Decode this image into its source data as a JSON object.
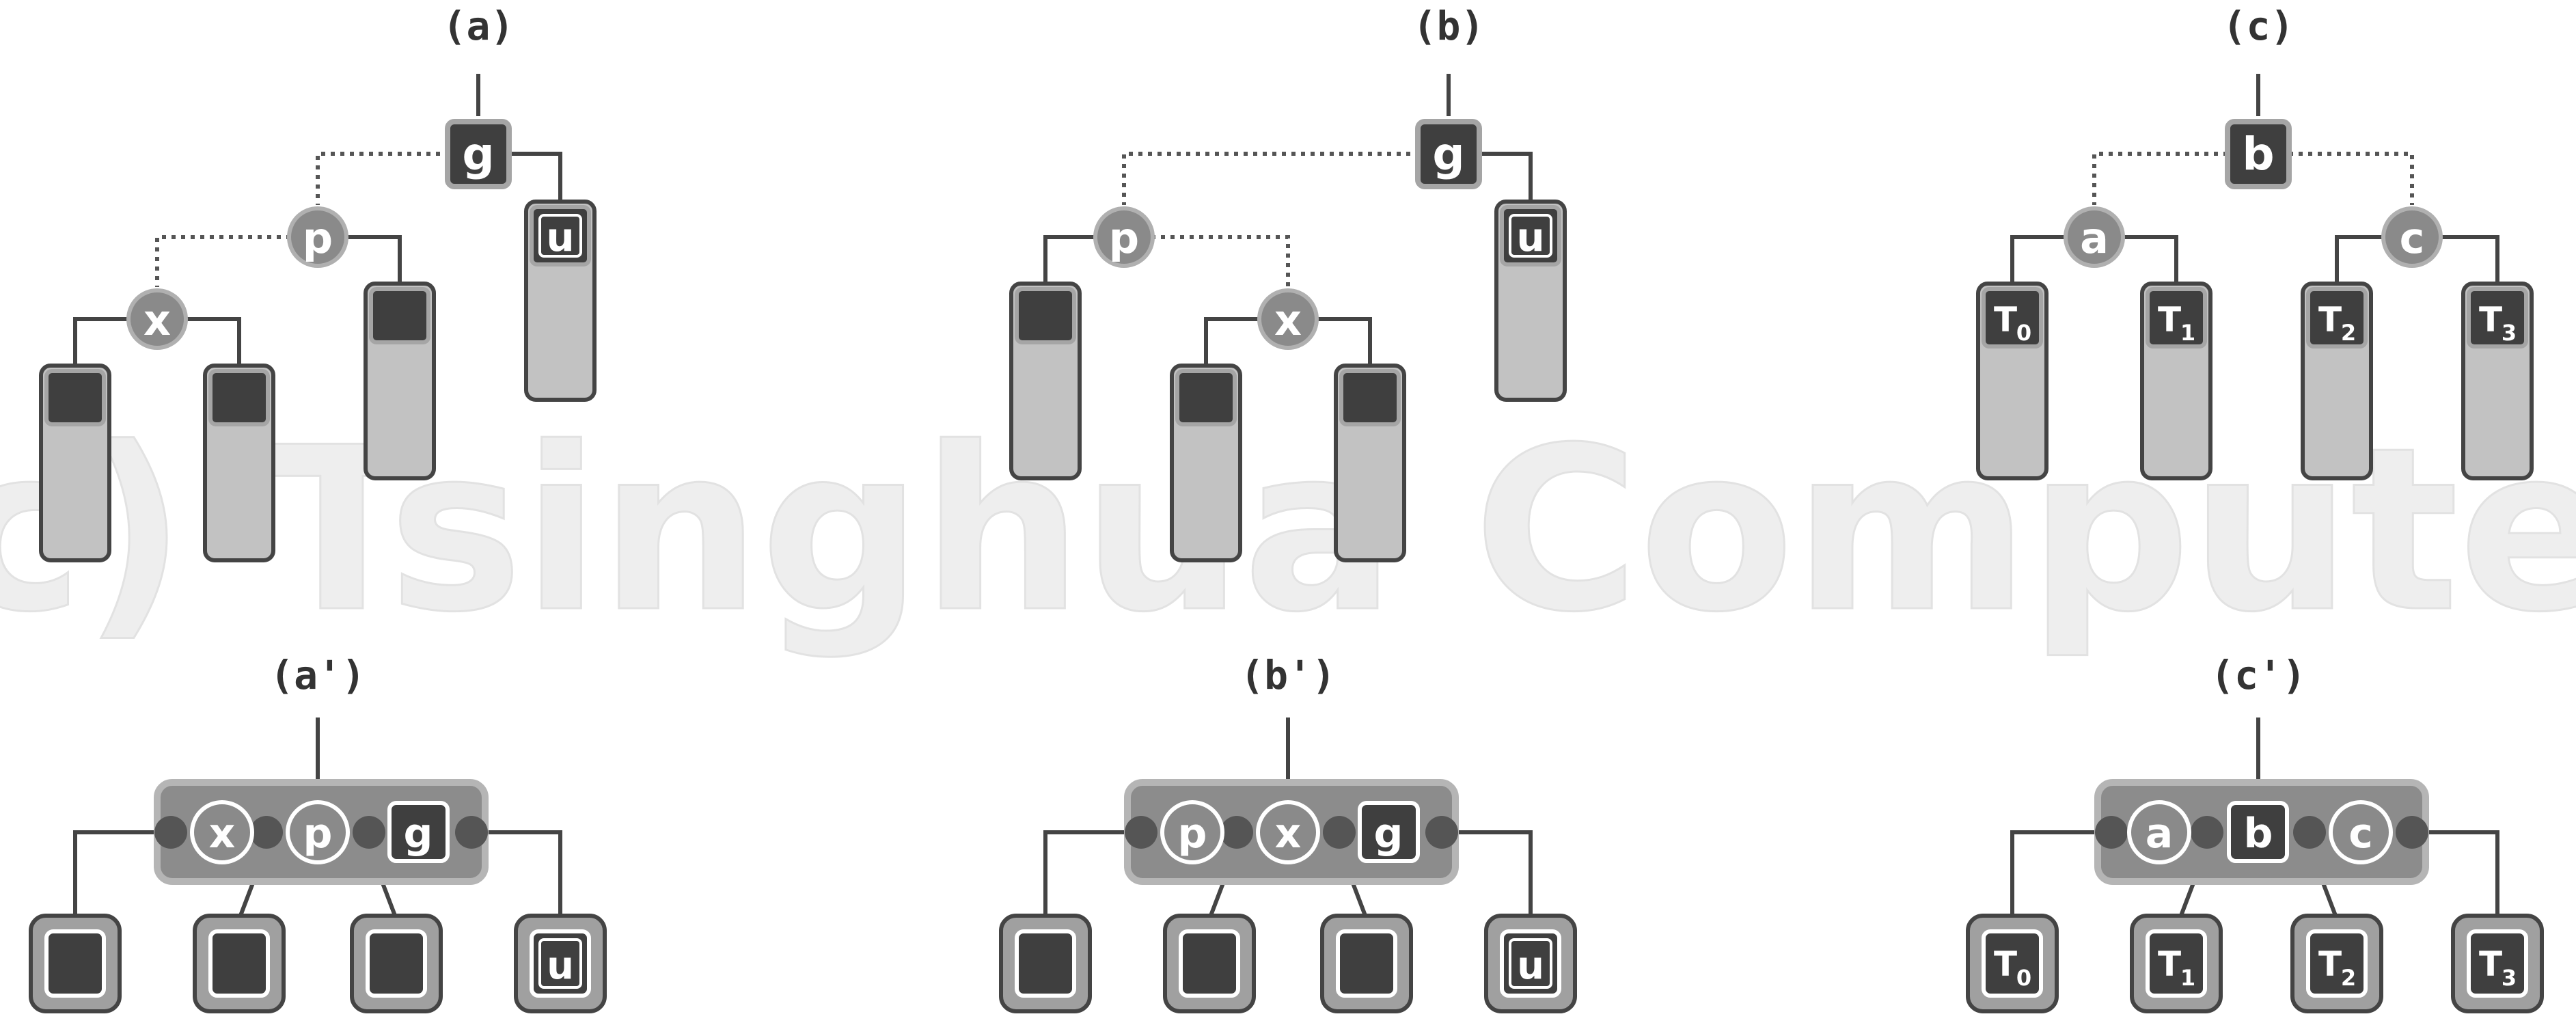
{
  "watermark": "(c) Tsinghua Computer",
  "panels": {
    "a": {
      "label": "(a)",
      "g": "g",
      "p": "p",
      "x": "x",
      "u": "u"
    },
    "b": {
      "label": "(b)",
      "g": "g",
      "p": "p",
      "x": "x",
      "u": "u"
    },
    "c": {
      "label": "(c)",
      "b": "b",
      "a": "a",
      "c": "c",
      "t0": "T",
      "t1": "T",
      "t2": "T",
      "t3": "T",
      "s0": "0",
      "s1": "1",
      "s2": "2",
      "s3": "3"
    },
    "a2": {
      "label": "(a')",
      "k1": "x",
      "k2": "p",
      "k3": "g",
      "u": "u"
    },
    "b2": {
      "label": "(b')",
      "k1": "p",
      "k2": "x",
      "k3": "g",
      "u": "u"
    },
    "c2": {
      "label": "(c')",
      "k1": "a",
      "k2": "b",
      "k3": "c",
      "t0": "T",
      "t1": "T",
      "t2": "T",
      "t3": "T",
      "s0": "0",
      "s1": "1",
      "s2": "2",
      "s3": "3"
    }
  },
  "colors": {
    "dark": "#3f3f3f",
    "circle": "#8a8a8a",
    "bar": "#c2c2c2",
    "band": "#8c8c8c",
    "border": "#a5a5a5",
    "stroke": "#444444"
  }
}
